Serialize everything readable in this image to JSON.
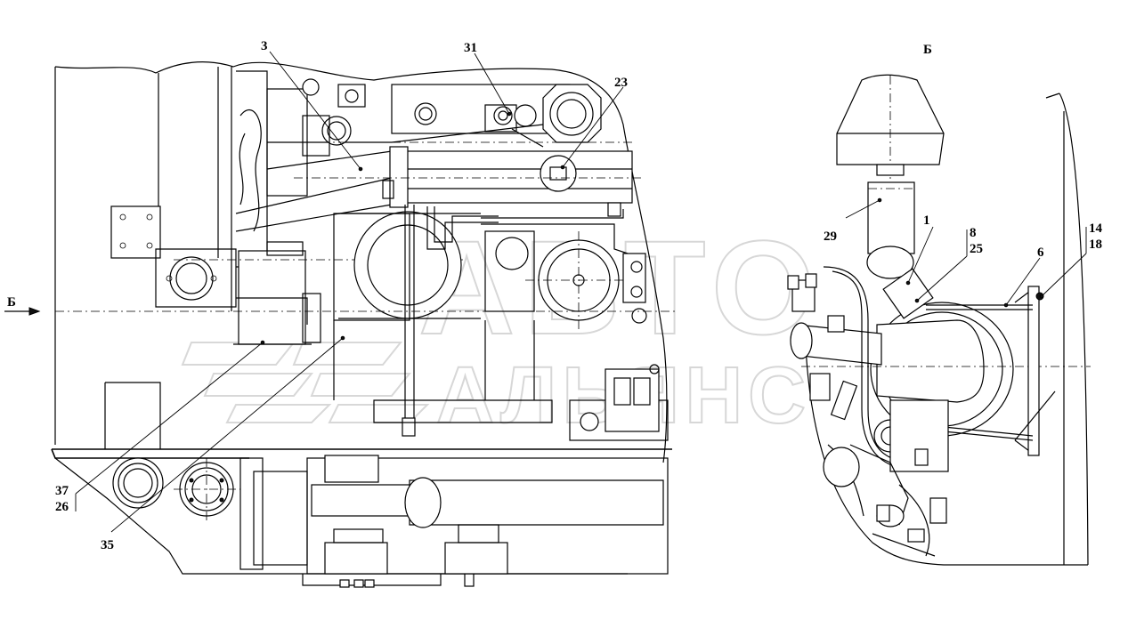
{
  "view_label": "Б",
  "arrow_label": "Б",
  "callouts": {
    "c3": "3",
    "c31": "31",
    "c23": "23",
    "c29": "29",
    "c1": "1",
    "c8": "8",
    "c25": "25",
    "c6": "6",
    "c14": "14",
    "c18": "18",
    "c37": "37",
    "c26": "26",
    "c35": "35"
  },
  "watermark": {
    "line1": "АВТО",
    "line2": "АЛЬЯНС"
  }
}
